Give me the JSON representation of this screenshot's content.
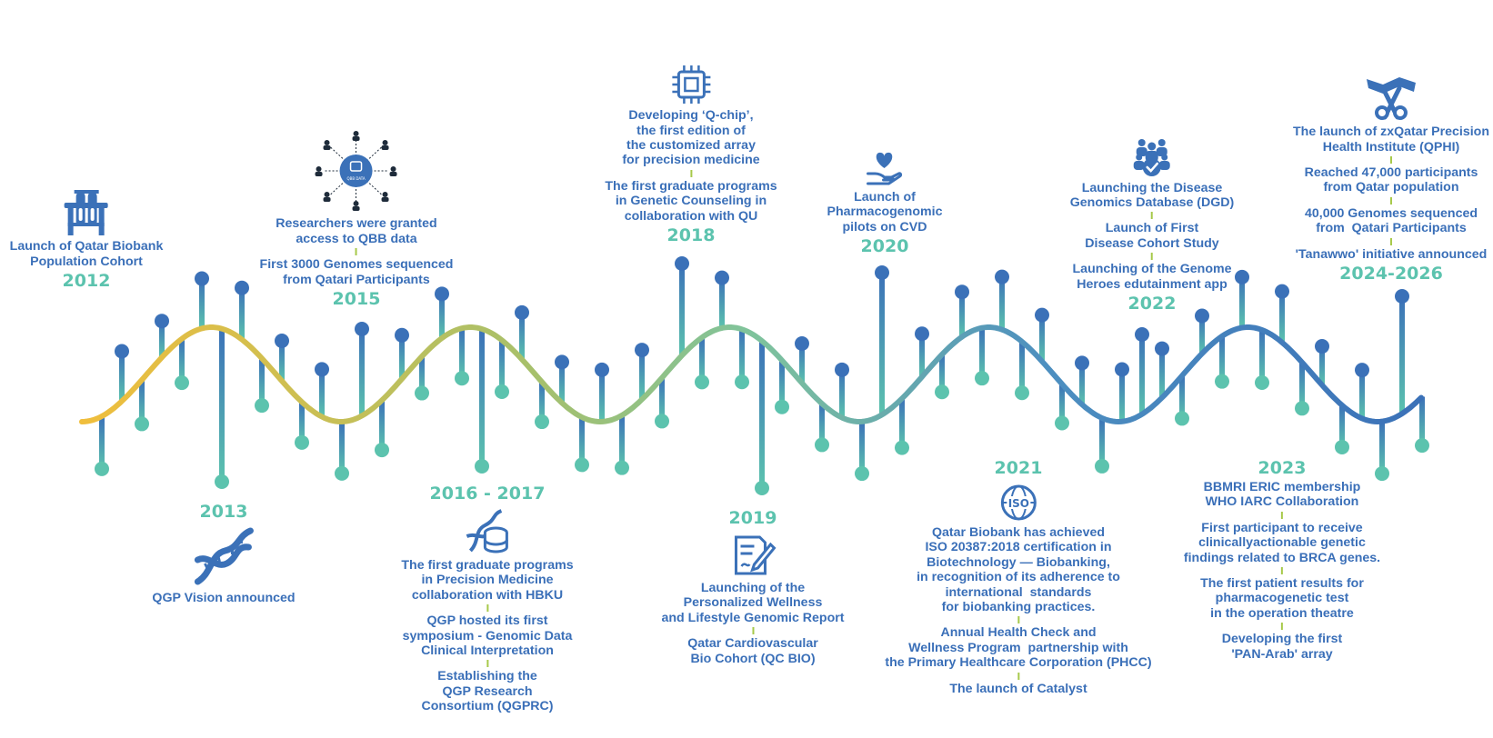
{
  "colors": {
    "year": "#5cc3ae",
    "text": "#3a6fb8",
    "separator": "#a7c94a",
    "helix_start": "#f0be3c",
    "helix_mid": "#7fc39c",
    "helix_end": "#3b71b8",
    "stem_top": "#3b71b8",
    "stem_bottom": "#5cc3ae"
  },
  "milestones": [
    {
      "id": "2012",
      "year": "2012",
      "icon": "test-tubes-icon",
      "position": "up",
      "events": [
        "Launch of Qatar Biobank\nPopulation Cohort"
      ]
    },
    {
      "id": "2013",
      "year": "2013",
      "icon": "dna-icon",
      "position": "down",
      "events": [
        "QGP Vision announced"
      ]
    },
    {
      "id": "2015",
      "year": "2015",
      "icon": "people-network-icon",
      "icon_label": "QBB DATA",
      "position": "up",
      "events": [
        "Researchers were granted\naccess to QBB data",
        "First 3000 Genomes sequenced\nfrom Qatari Participants"
      ]
    },
    {
      "id": "2016",
      "year": "2016 - 2017",
      "icon": "dna-database-icon",
      "position": "down",
      "events": [
        "The first graduate programs\nin Precision Medicine\ncollaboration with HBKU",
        "QGP hosted its first\nsymposium - Genomic Data\nClinical Interpretation",
        "Establishing the\nQGP Research\nConsortium (QGPRC)"
      ]
    },
    {
      "id": "2018",
      "year": "2018",
      "icon": "chip-icon",
      "position": "up",
      "events": [
        "Developing ‘Q-chip’,\nthe first edition of\nthe customized array\nfor precision medicine",
        "The first graduate programs\nin Genetic Counseling in\ncollaboration with QU"
      ]
    },
    {
      "id": "2019",
      "year": "2019",
      "icon": "report-icon",
      "position": "down",
      "events": [
        "Launching of the\nPersonalized Wellness\nand Lifestyle Genomic Report",
        "Qatar Cardiovascular\nBio Cohort (QC BIO)"
      ]
    },
    {
      "id": "2020",
      "year": "2020",
      "icon": "heart-hand-icon",
      "position": "up",
      "events": [
        "Launch of\nPharmacogenomic\npilots on CVD"
      ]
    },
    {
      "id": "2021",
      "year": "2021",
      "icon": "iso-globe-icon",
      "icon_label": "ISO",
      "position": "down",
      "events": [
        "Qatar Biobank has achieved\nISO 20387:2018 certification in\nBiotechnology — Biobanking,\nin recognition of its adherence to\ninternational  standards\nfor biobanking practices.",
        "Annual Health Check and\nWellness Program  partnership with\nthe Primary Healthcare Corporation (PHCC)",
        "The launch of Catalyst"
      ]
    },
    {
      "id": "2022",
      "year": "2022",
      "icon": "group-check-icon",
      "position": "up",
      "events": [
        "Launching the Disease\nGenomics Database (DGD)",
        "Launch of First\nDisease Cohort Study",
        "Launching of the Genome\nHeroes edutainment app"
      ]
    },
    {
      "id": "2023",
      "year": "2023",
      "icon": "",
      "position": "down",
      "events": [
        "BBMRI ERIC membership\nWHO IARC Collaboration",
        "First participant to receive\nclinicallyactionable genetic\nfindings related to BRCA genes.",
        "The first patient results for\npharmacogenetic test\nin the operation theatre",
        "Developing the first\n'PAN-Arab' array"
      ]
    },
    {
      "id": "2024",
      "year": "2024-2026",
      "icon": "ribbon-scissors-icon",
      "position": "up",
      "events": [
        "The launch of zxQatar Precision\nHealth Institute (QPHI)",
        "Reached 47,000 participants\nfrom Qatar population",
        "40,000 Genomes sequenced\nfrom  Qatari Participants",
        "'Tanawwo' initiative announced"
      ]
    }
  ]
}
